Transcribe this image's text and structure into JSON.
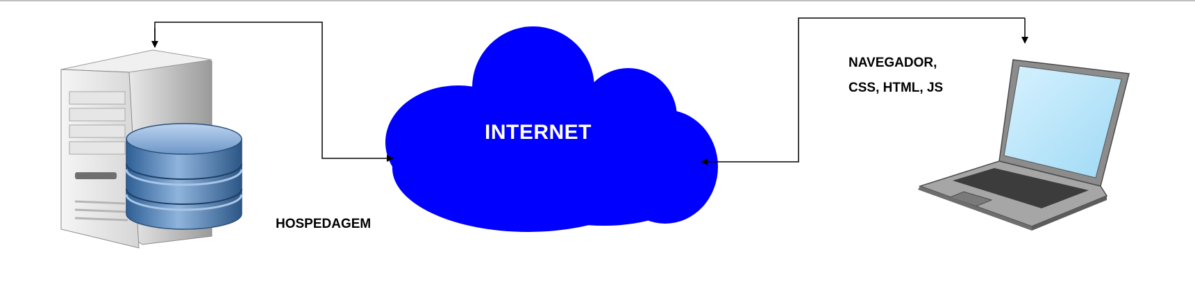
{
  "labels": {
    "internet": "INTERNET",
    "hosting": "HOSPEDAGEM",
    "client_line1": "NAVEGADOR,",
    "client_line2": "CSS, HTML, JS"
  },
  "colors": {
    "cloud": "#0000ff",
    "connector": "#000000",
    "server_case": "#dcdcdc",
    "database": "#4f7fb6",
    "laptop_screen": "#b3e5fc"
  },
  "icons": [
    "server-icon",
    "database-icon",
    "cloud-icon",
    "laptop-icon"
  ]
}
